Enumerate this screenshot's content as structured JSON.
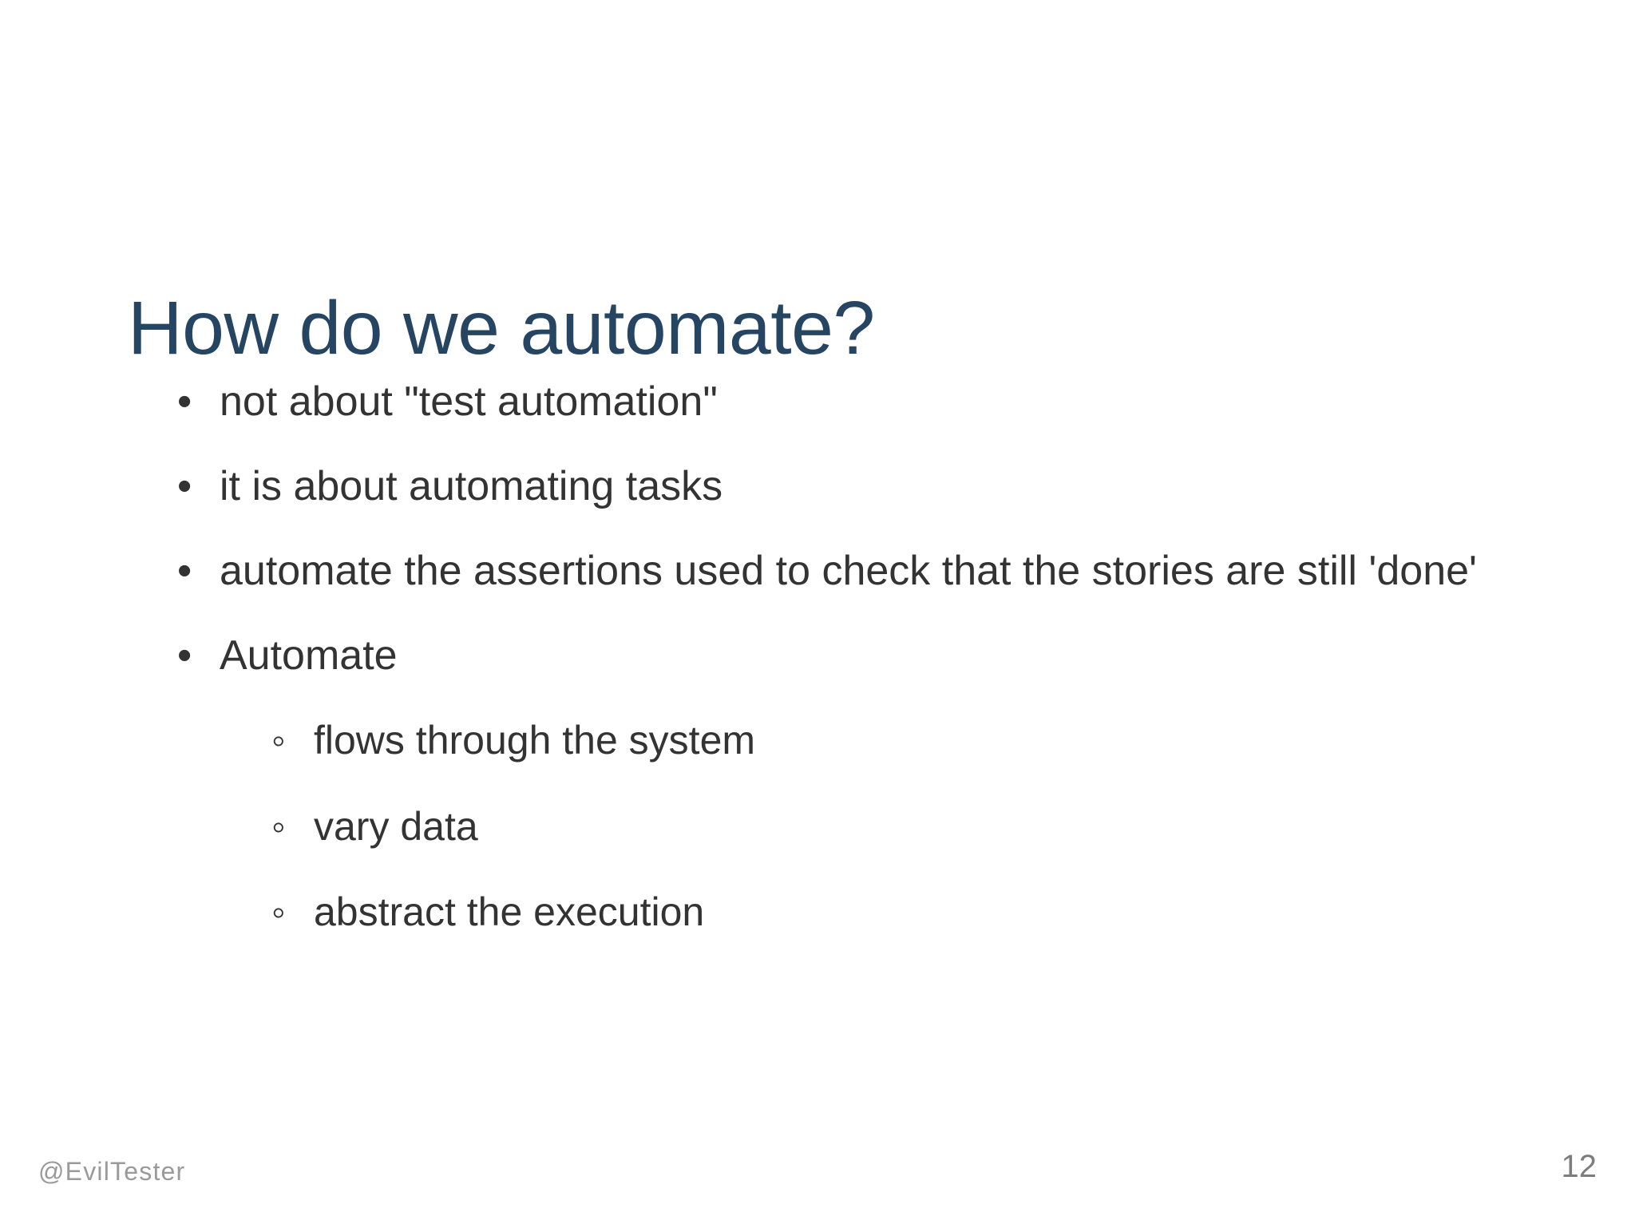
{
  "slide": {
    "title": "How do we automate?",
    "background_color": "#ffffff",
    "title_color": "#254563",
    "body_color": "#333333",
    "footer_color": "#9a9a9a",
    "bullets": [
      {
        "marker": "•",
        "text": "not about \"test automation\""
      },
      {
        "marker": "•",
        "text": "it is about automating tasks"
      },
      {
        "marker": "•",
        "text": "automate the assertions used to check that the stories are still 'done'"
      },
      {
        "marker": "•",
        "text": "Automate",
        "sub_bullets": [
          {
            "marker": "◦",
            "text": "flows through the system"
          },
          {
            "marker": "◦",
            "text": "vary data"
          },
          {
            "marker": "◦",
            "text": "abstract the execution"
          }
        ]
      }
    ],
    "footer": {
      "handle": "@EvilTester",
      "page_number": "12"
    }
  }
}
